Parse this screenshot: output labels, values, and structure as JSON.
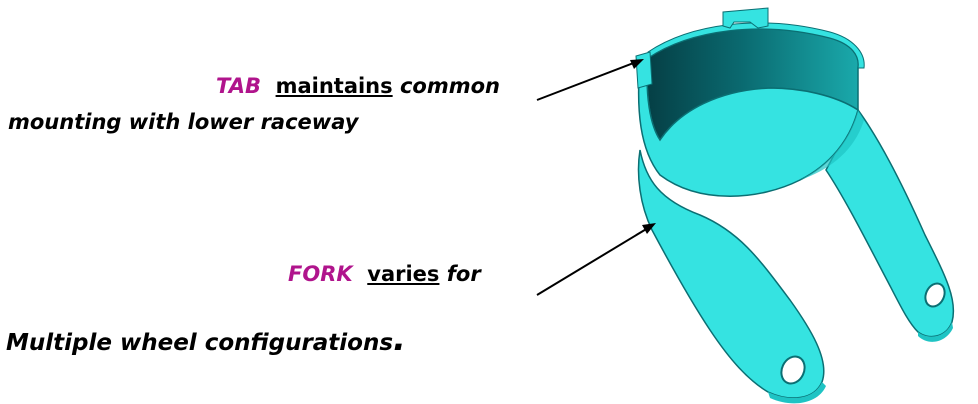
{
  "colors": {
    "part_fill": "#35e3e1",
    "part_shade": "#1fc4c4",
    "part_dark": "#053f45",
    "part_inner": "#0a7b80",
    "part_outline": "#0b6f73",
    "keyword": "#b0148c",
    "text": "#000000"
  },
  "icons": {
    "part": "fork-bracket-3d-illustration"
  },
  "annotations": {
    "tab": {
      "keyword": "TAB",
      "verb": "maintains",
      "rest_line1": "common",
      "line2": "mounting with lower raceway"
    },
    "fork": {
      "keyword": "FORK",
      "verb": "varies",
      "rest_line1": "for",
      "line2": "Multiple wheel configurations",
      "period": "."
    }
  }
}
